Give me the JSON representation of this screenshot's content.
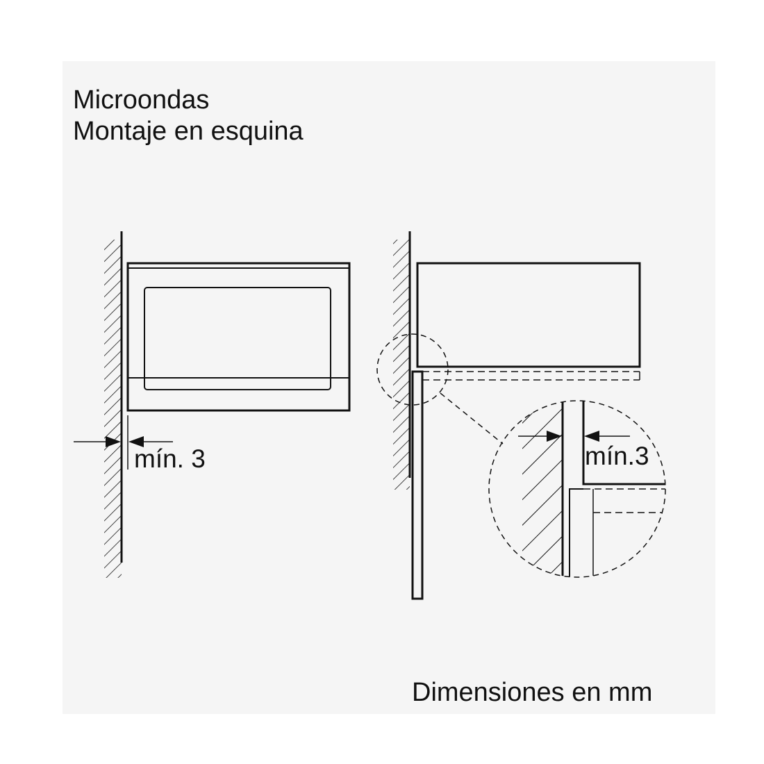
{
  "title": {
    "line1": "Microondas",
    "line2": "Montaje en esquina"
  },
  "units_note": "Dimensiones en mm",
  "front_view": {
    "gap_label": "mín. 3"
  },
  "side_view": {
    "detail_gap_label": "mín.3"
  },
  "colors": {
    "line": "#111111",
    "sheet_background": "#f5f5f5"
  }
}
